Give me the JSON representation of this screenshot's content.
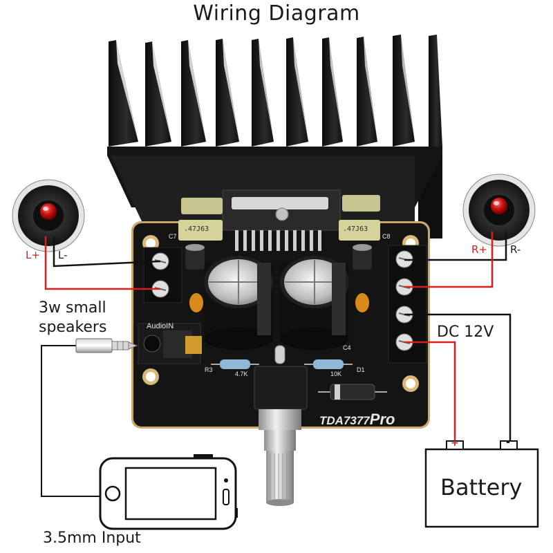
{
  "title": "Wiring Diagram",
  "labels": {
    "left_plus": "L+",
    "left_minus": "L-",
    "right_plus": "R+",
    "right_minus": "R-",
    "speakers": "3w small\nspeakers",
    "power": "DC 12V",
    "input": "3.5mm Input",
    "battery": "Battery",
    "battery_plus": "+",
    "battery_minus": "-"
  },
  "board": {
    "model_prefix": "TDA7377",
    "model_suffix": "Pro",
    "audio_in": "AudioIN",
    "c7": "C7",
    "c8": "C8",
    "c4": "C4",
    "r3": "R3",
    "d1": "D1",
    "r_4k7": "4.7K",
    "r_10k": "10K",
    "film_cap": ".47J63"
  },
  "colors": {
    "wire_red": "#d81e1e",
    "wire_black": "#111111",
    "pcb": "#141414",
    "pcb_edge": "#c9a86a",
    "heatsink": "#1c1c1c"
  }
}
